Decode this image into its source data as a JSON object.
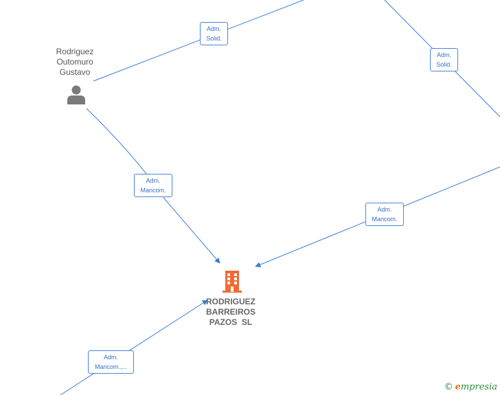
{
  "person": {
    "name_lines": [
      "Rodriguez",
      "Outomuro",
      "Gustavo"
    ],
    "icon": "person-icon"
  },
  "company": {
    "name_lines": [
      "RODRIGUEZ",
      "BARREIROS",
      "PAZOS  SL"
    ],
    "icon": "building-icon",
    "color": "#f26a35"
  },
  "edges": [
    {
      "label": [
        "Adm.",
        "Solid."
      ]
    },
    {
      "label": [
        "Adm.",
        "Solid."
      ]
    },
    {
      "label": [
        "Adm.",
        "Mancom."
      ]
    },
    {
      "label": [
        "Adm.",
        "Mancom."
      ]
    },
    {
      "label": [
        "Adm.",
        "Mancom.,..."
      ]
    }
  ],
  "brand": {
    "copyright": "©",
    "initial": "e",
    "rest": "mpresia"
  },
  "colors": {
    "edge": "#3a7bd5",
    "label_border": "#4a86d8",
    "label_text": "#3a6fc4"
  }
}
